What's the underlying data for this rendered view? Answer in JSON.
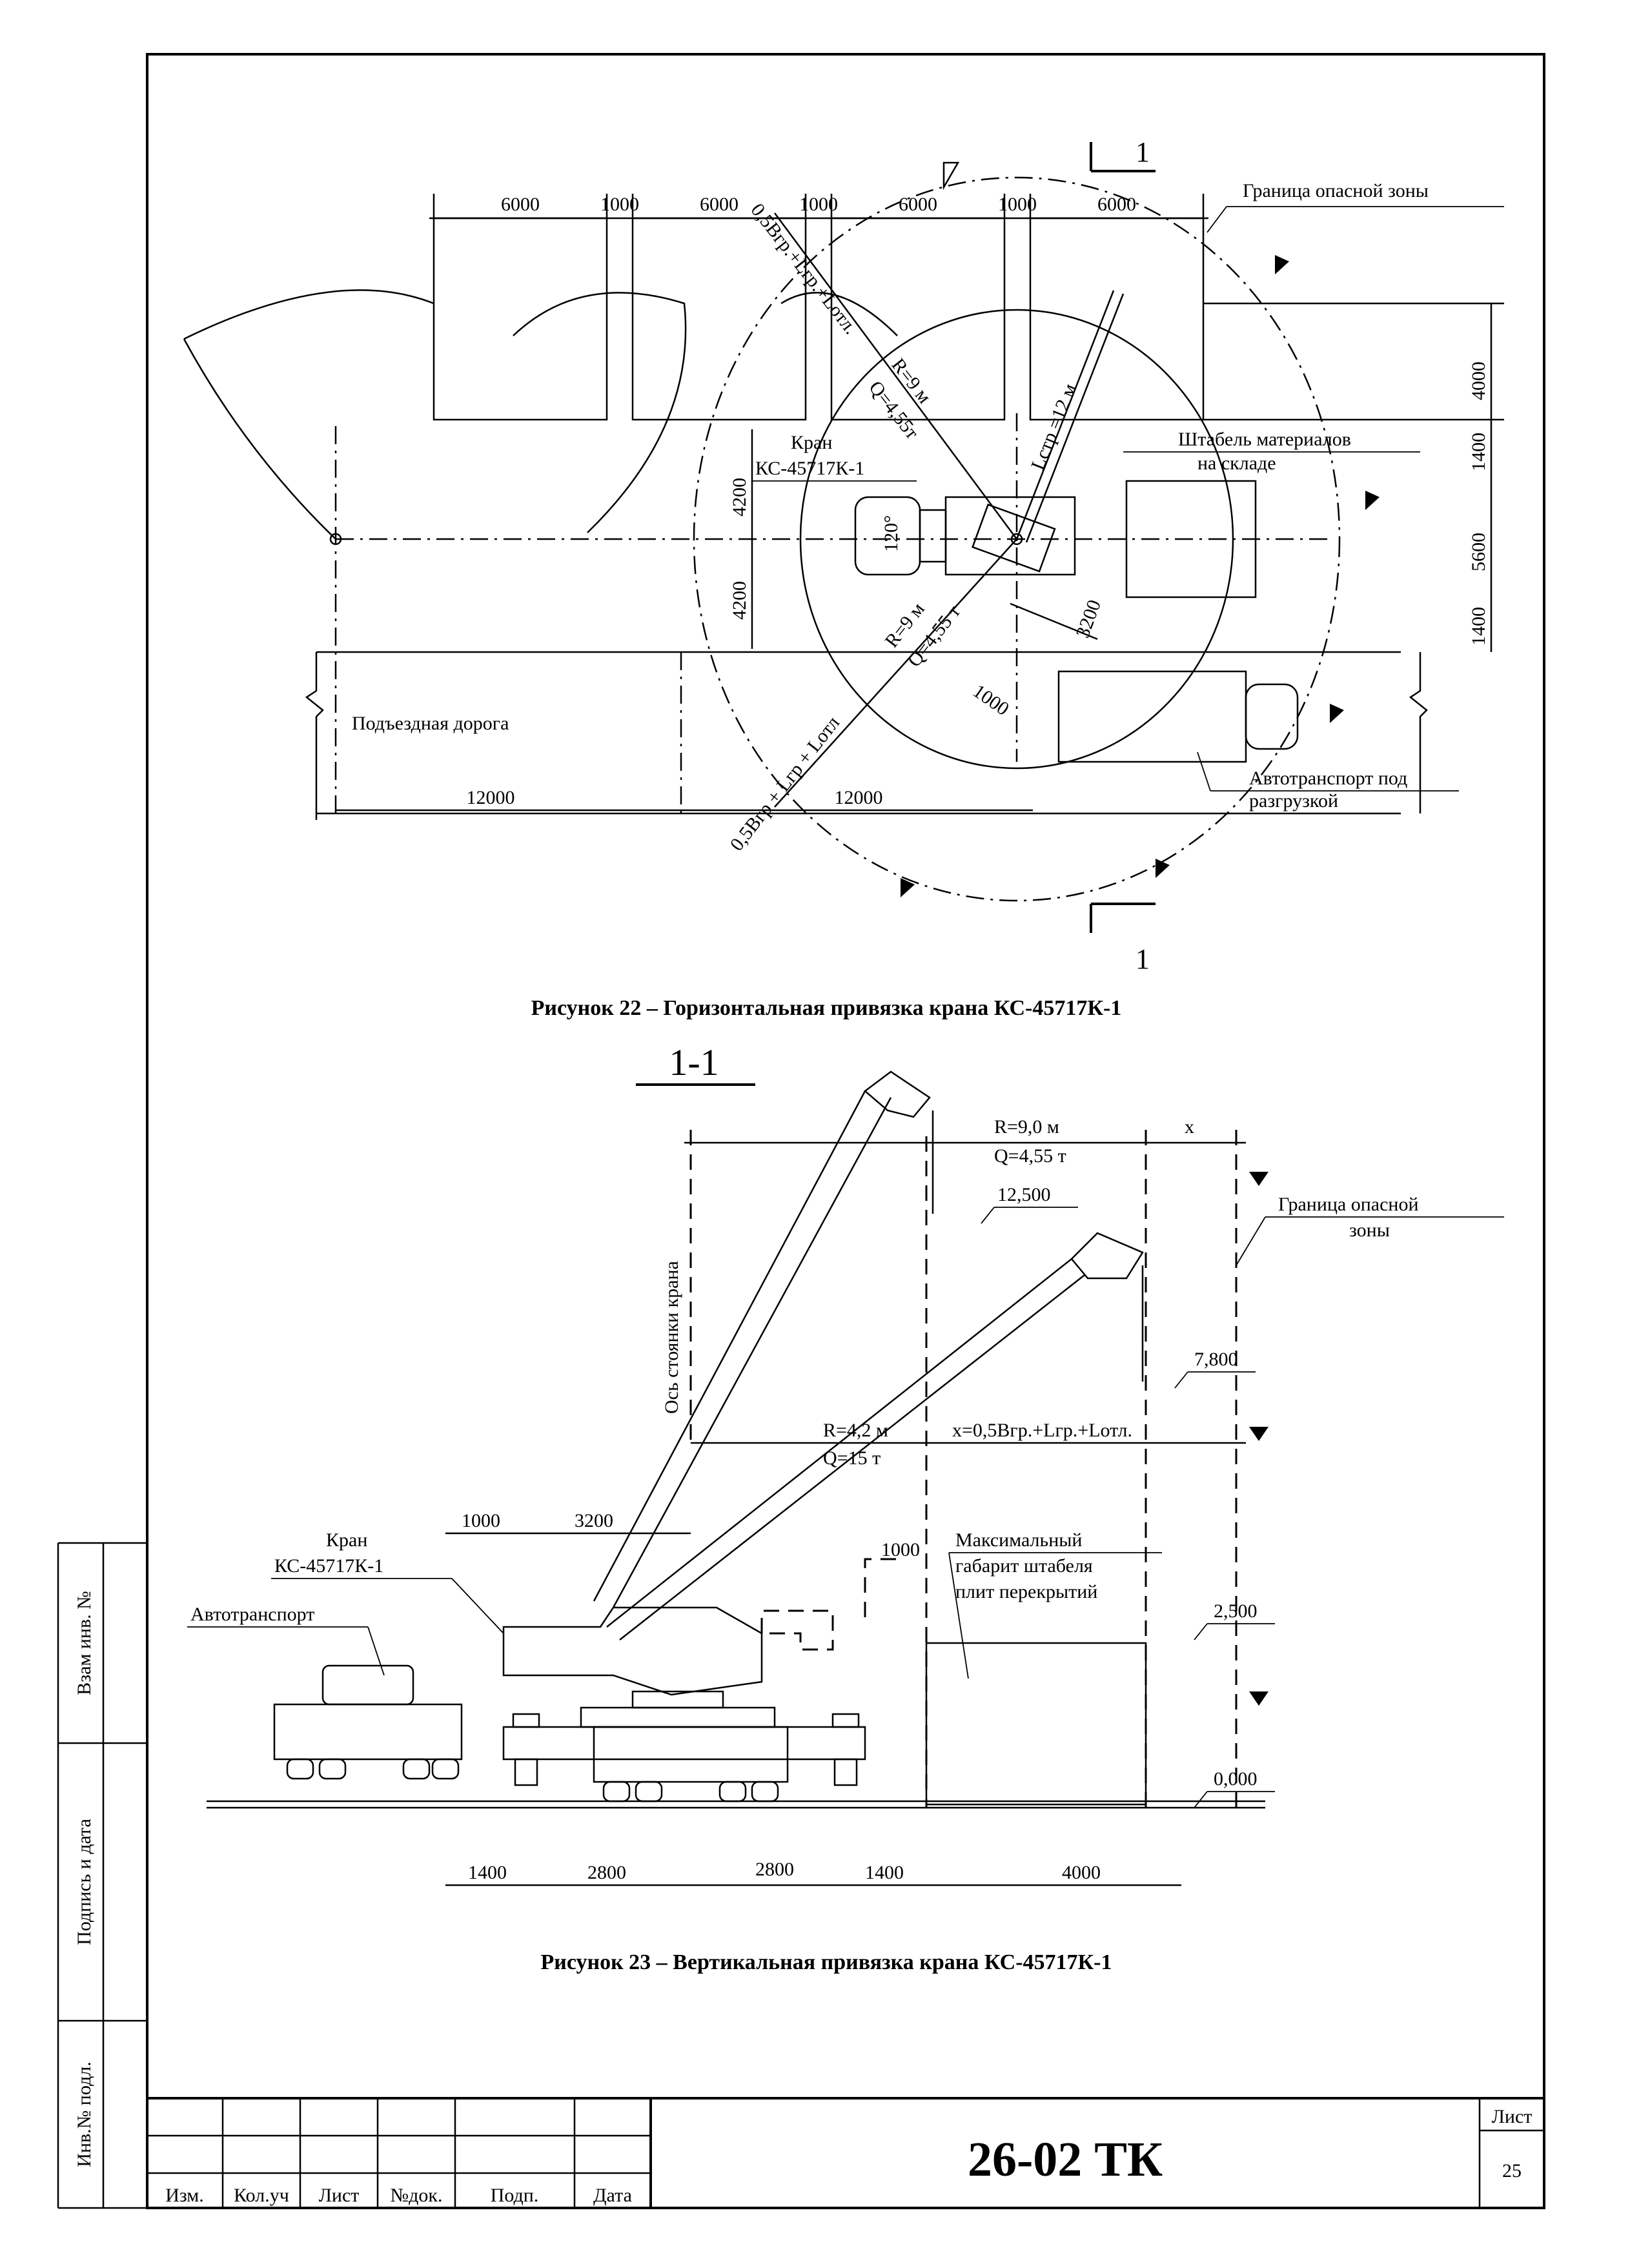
{
  "fig22": {
    "caption": "Рисунок 22 – Горизонтальная привязка крана КС-45717К-1",
    "section_mark": "1",
    "danger_zone": "Граница опасной зоны",
    "crane_label_1": "Кран",
    "crane_label_2": "КС-45717К-1",
    "stack_label_1": "Штабель материалов",
    "stack_label_2": "на складе",
    "road": "Подъездная дорога",
    "truck_1": "Автотранспорт под",
    "truck_2": "разгрузкой",
    "top_dims": [
      "6000",
      "1000",
      "6000",
      "1000",
      "6000",
      "1000",
      "6000"
    ],
    "right_dims": [
      "4000",
      "1400",
      "5600",
      "1400"
    ],
    "left_dims": [
      "4200",
      "4200"
    ],
    "bottom_dims": [
      "12000",
      "12000"
    ],
    "dim_3200": "3200",
    "dim_1000": "1000",
    "angle": "120°",
    "radius_upper": "R=9 м",
    "load_upper": "Q=4,55т",
    "radius_lower": "R=9 м",
    "load_lower": "Q=4,55 т",
    "boom_length": "Lстр =12 м",
    "formula_upper": "0,5Bгр.+Lгр.+Lотл.",
    "formula_lower": "0,5Bгр + Lгр + Lотл"
  },
  "fig23": {
    "section_title": "1-1",
    "caption": "Рисунок 23 – Вертикальная привязка крана КС-45717К-1",
    "radius_far": "R=9,0 м",
    "load_far": "Q=4,55 т",
    "dim_x": "x",
    "danger_zone_1": "Граница опасной",
    "danger_zone_2": "зоны",
    "level_12500": "12,500",
    "level_7800": "7,800",
    "level_2500": "2,500",
    "level_0": "0,000",
    "axis_label": "Ось стоянки крана",
    "radius_near": "R=4,2 м",
    "load_near": "Q=15 т",
    "formula_x": "x=0,5Bгр.+Lгр.+Lотл.",
    "dim_1000_a": "1000",
    "dim_3200": "3200",
    "dim_1000_b": "1000",
    "crane_label_1": "Кран",
    "crane_label_2": "КС-45717К-1",
    "stack_1": "Максимальный",
    "stack_2": "габарит штабеля",
    "stack_3": "плит перекрытий",
    "truck": "Автотранспорт",
    "bottom_dims": [
      "1400",
      "2800",
      "2800",
      "1400",
      "4000"
    ]
  },
  "stamp": {
    "side_labels": [
      "Взам инв. №",
      "Подпись и дата",
      "Инв.№ подл."
    ],
    "columns": [
      "Изм.",
      "Кол.уч",
      "Лист",
      "№док.",
      "Подп.",
      "Дата"
    ],
    "doc_code": "26-02 ТК",
    "sheet_label": "Лист",
    "sheet_number": "25"
  }
}
